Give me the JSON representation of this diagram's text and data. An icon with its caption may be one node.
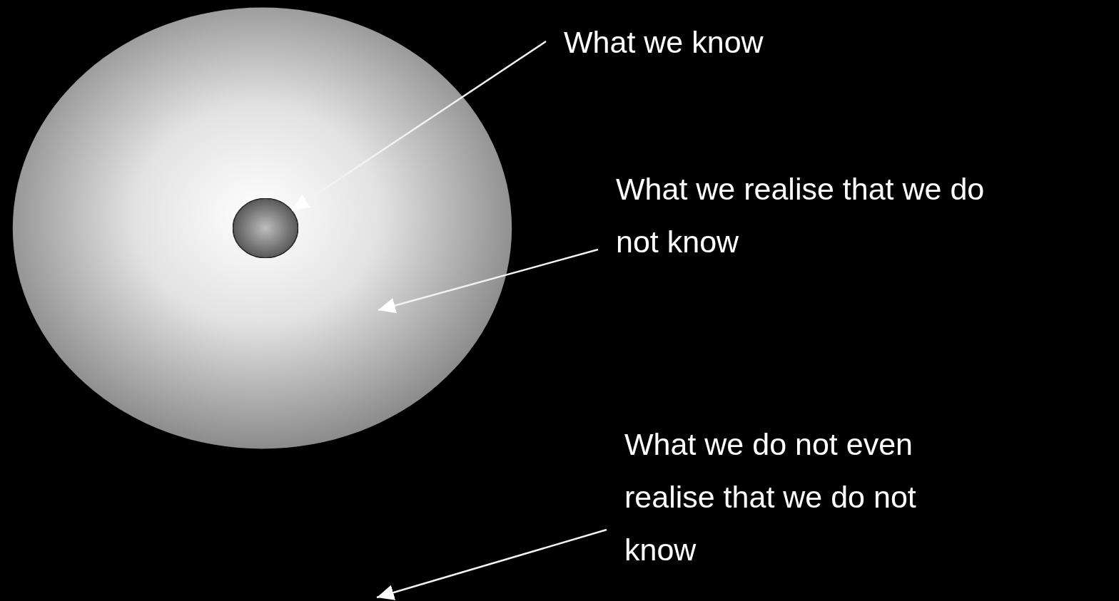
{
  "diagram": {
    "nodes": [
      {
        "text": [],
        "shape": "circle"
      },
      {
        "text": [],
        "shape": "circle",
        "in": 0
      },
      {
        "text": [
          "What we know"
        ]
      },
      {
        "text": [
          "What we realise that we do not know"
        ]
      },
      {
        "text": [
          "What we do not even realise that we do not know"
        ]
      }
    ],
    "edges": [
      {
        "from": 2,
        "to": 1,
        "arrow": "to"
      },
      {
        "from": 3,
        "to": null,
        "arrow": "to"
      },
      {
        "from": 4,
        "to": null,
        "arrow": "to"
      }
    ]
  }
}
